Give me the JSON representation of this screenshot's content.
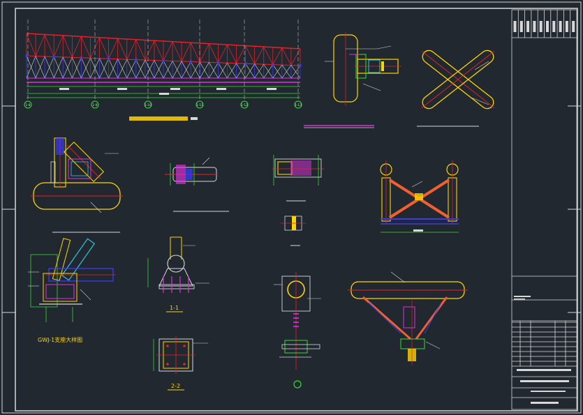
{
  "sheet": {
    "colors": {
      "background": "#212830",
      "frame": "#d8d8d8",
      "pipe": "#ffd400",
      "member_red": "#e8202a",
      "member_blue": "#3a3af0",
      "member_green": "#33dd33",
      "member_magenta": "#e030e0",
      "member_cyan": "#30c8e0",
      "member_orange": "#f06030",
      "dim_line": "#33dd33"
    }
  },
  "elevation": {
    "title": "",
    "axis_labels": [
      "1-8",
      "1-9",
      "1-10",
      "1-11",
      "1-12",
      "1-13"
    ],
    "span_dims": [
      "",
      "",
      "",
      "",
      ""
    ],
    "total_dim": ""
  },
  "details": {
    "section_1_1": "1-1",
    "section_2_2": "2-2",
    "gwj_detail_title": "GWJ-1支座大样图"
  },
  "title_block": {
    "rows": [
      "",
      "",
      "",
      "",
      "",
      "",
      "",
      ""
    ]
  }
}
